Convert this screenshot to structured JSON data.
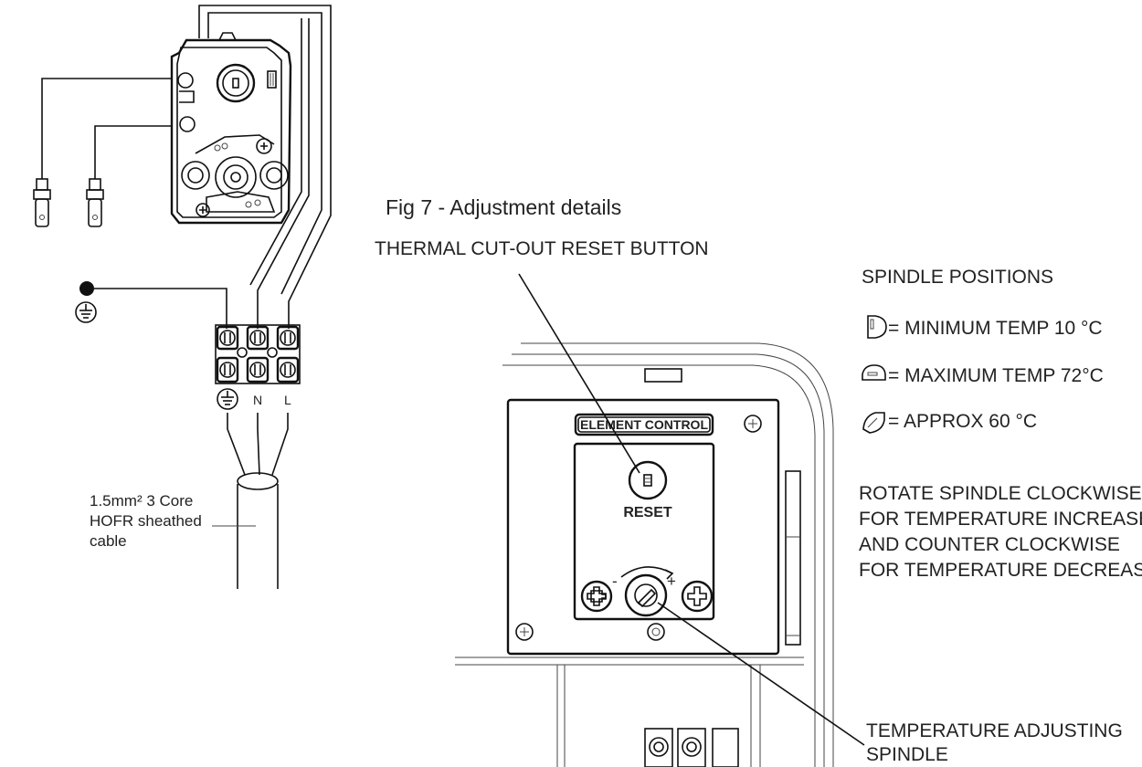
{
  "figure": {
    "title": "Fig 7 - Adjustment details",
    "reset_callout": "THERMAL CUT-OUT RESET BUTTON",
    "spindle_callout": [
      "TEMPERATURE ADJUSTING",
      "SPINDLE"
    ],
    "panel_label": "ELEMENT CONTROL",
    "reset_label": "RESET",
    "minus_sign": "-",
    "plus_sign": "+"
  },
  "wiring": {
    "cable_label": [
      "1.5mm² 3 Core",
      "HOFR sheathed",
      "cable"
    ],
    "terminals": [
      "N",
      "L"
    ]
  },
  "spindle_positions": {
    "heading": "SPINDLE POSITIONS",
    "items": [
      {
        "icon": "spindle-min-icon",
        "text": "= MINIMUM TEMP 10 °C"
      },
      {
        "icon": "spindle-max-icon",
        "text": "= MAXIMUM TEMP 72°C"
      },
      {
        "icon": "spindle-approx-icon",
        "text": "= APPROX 60 °C"
      }
    ]
  },
  "instructions": [
    "ROTATE SPINDLE CLOCKWISE",
    "FOR TEMPERATURE INCREASE",
    "AND COUNTER CLOCKWISE",
    "FOR TEMPERATURE DECREASE"
  ]
}
